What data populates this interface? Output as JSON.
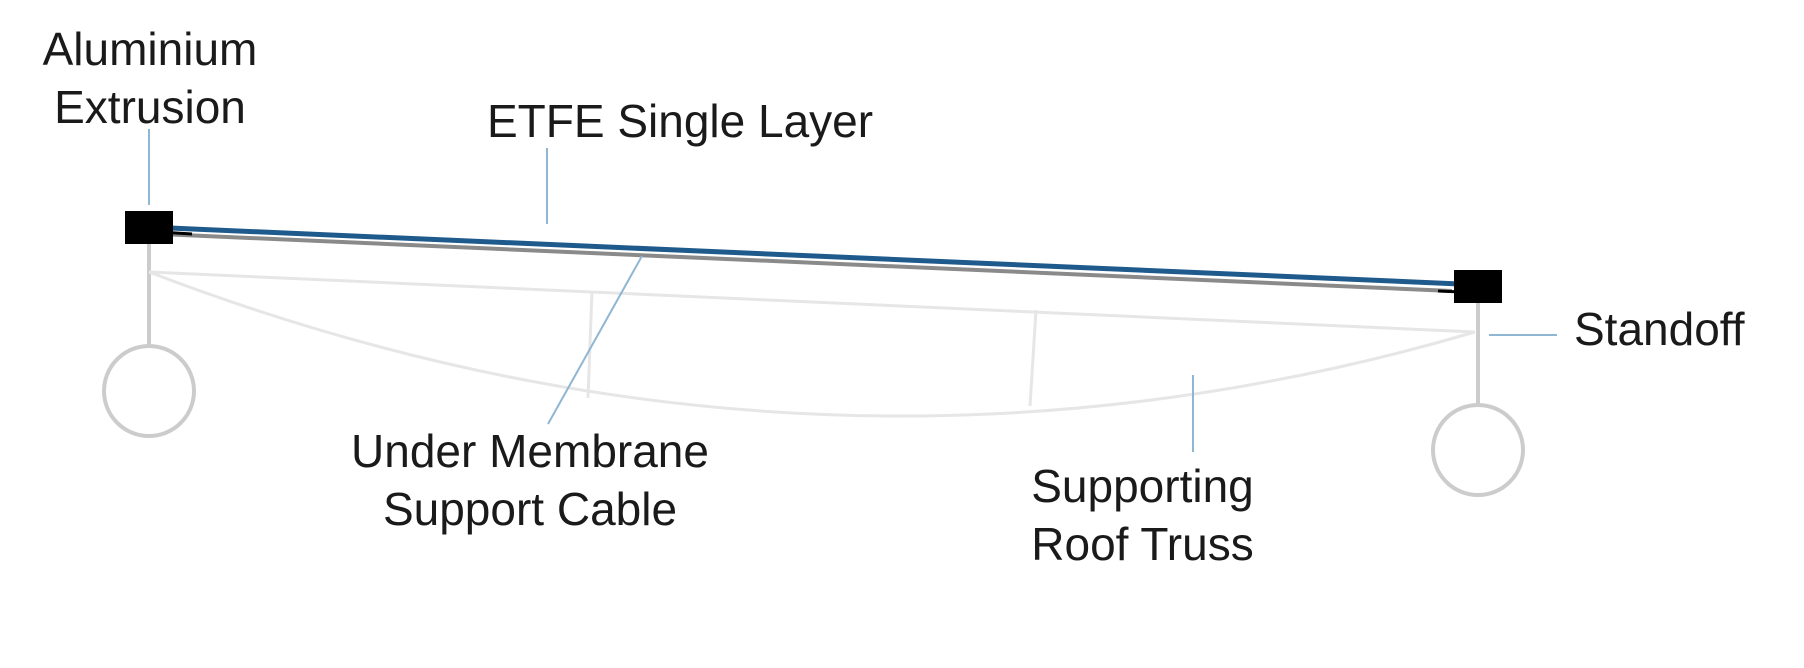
{
  "labels": {
    "aluminium_extrusion": {
      "line1": "Aluminium",
      "line2": "Extrusion"
    },
    "etfe_single_layer": "ETFE Single Layer",
    "under_membrane_cable": {
      "line1": "Under Membrane",
      "line2": "Support Cable"
    },
    "supporting_roof_truss": {
      "line1": "Supporting",
      "line2": "Roof Truss"
    },
    "standoff": "Standoff"
  },
  "colors": {
    "membrane": "#1f5a8c",
    "cable": "#8a8a8a",
    "extrusion": "#000000",
    "leader": "#8fb6d2",
    "truss": "#e6e6e6",
    "support": "#cccccc",
    "text": "#1a1a1a"
  }
}
